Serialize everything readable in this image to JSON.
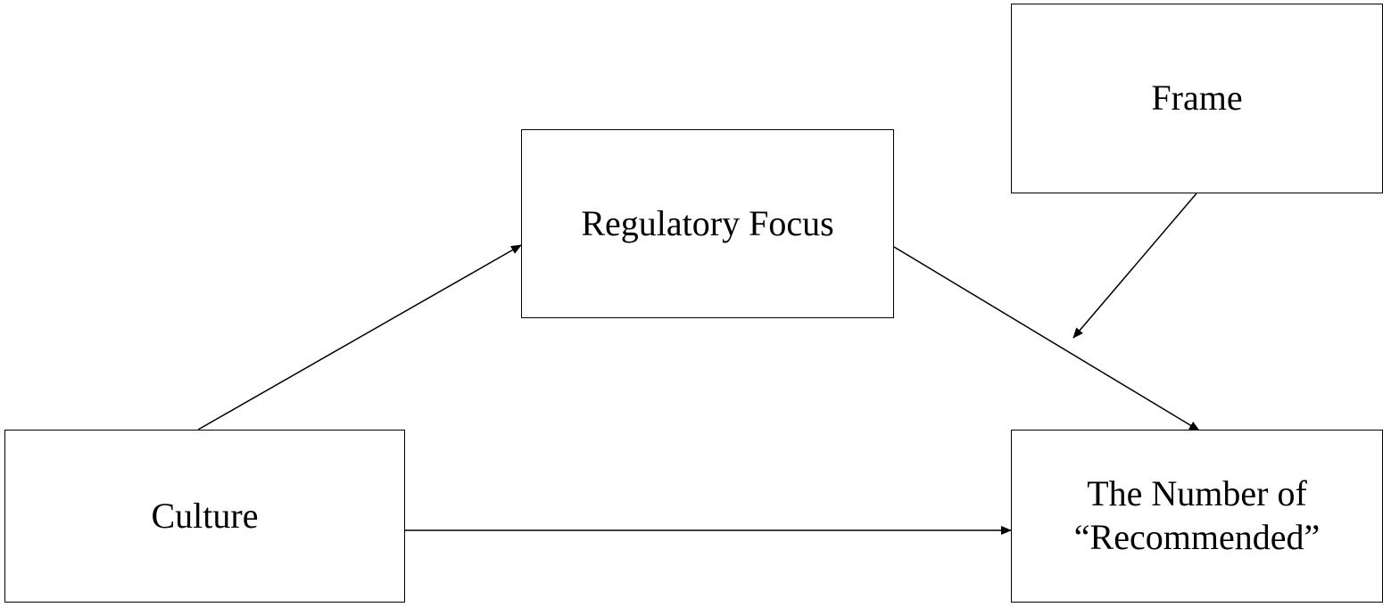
{
  "diagram": {
    "nodes": {
      "frame": {
        "label": "Frame"
      },
      "regulatory_focus": {
        "label": "Regulatory Focus"
      },
      "culture": {
        "label": "Culture"
      },
      "outcome": {
        "line1": "The Number of",
        "line2": "“Recommended”"
      }
    },
    "edges": [
      {
        "from": "culture",
        "to": "regulatory_focus"
      },
      {
        "from": "regulatory_focus",
        "to": "outcome"
      },
      {
        "from": "culture",
        "to": "outcome"
      },
      {
        "from": "frame",
        "to": "regulatory_focus-outcome-path"
      }
    ],
    "colors": {
      "stroke": "#000000",
      "background": "#ffffff"
    }
  }
}
